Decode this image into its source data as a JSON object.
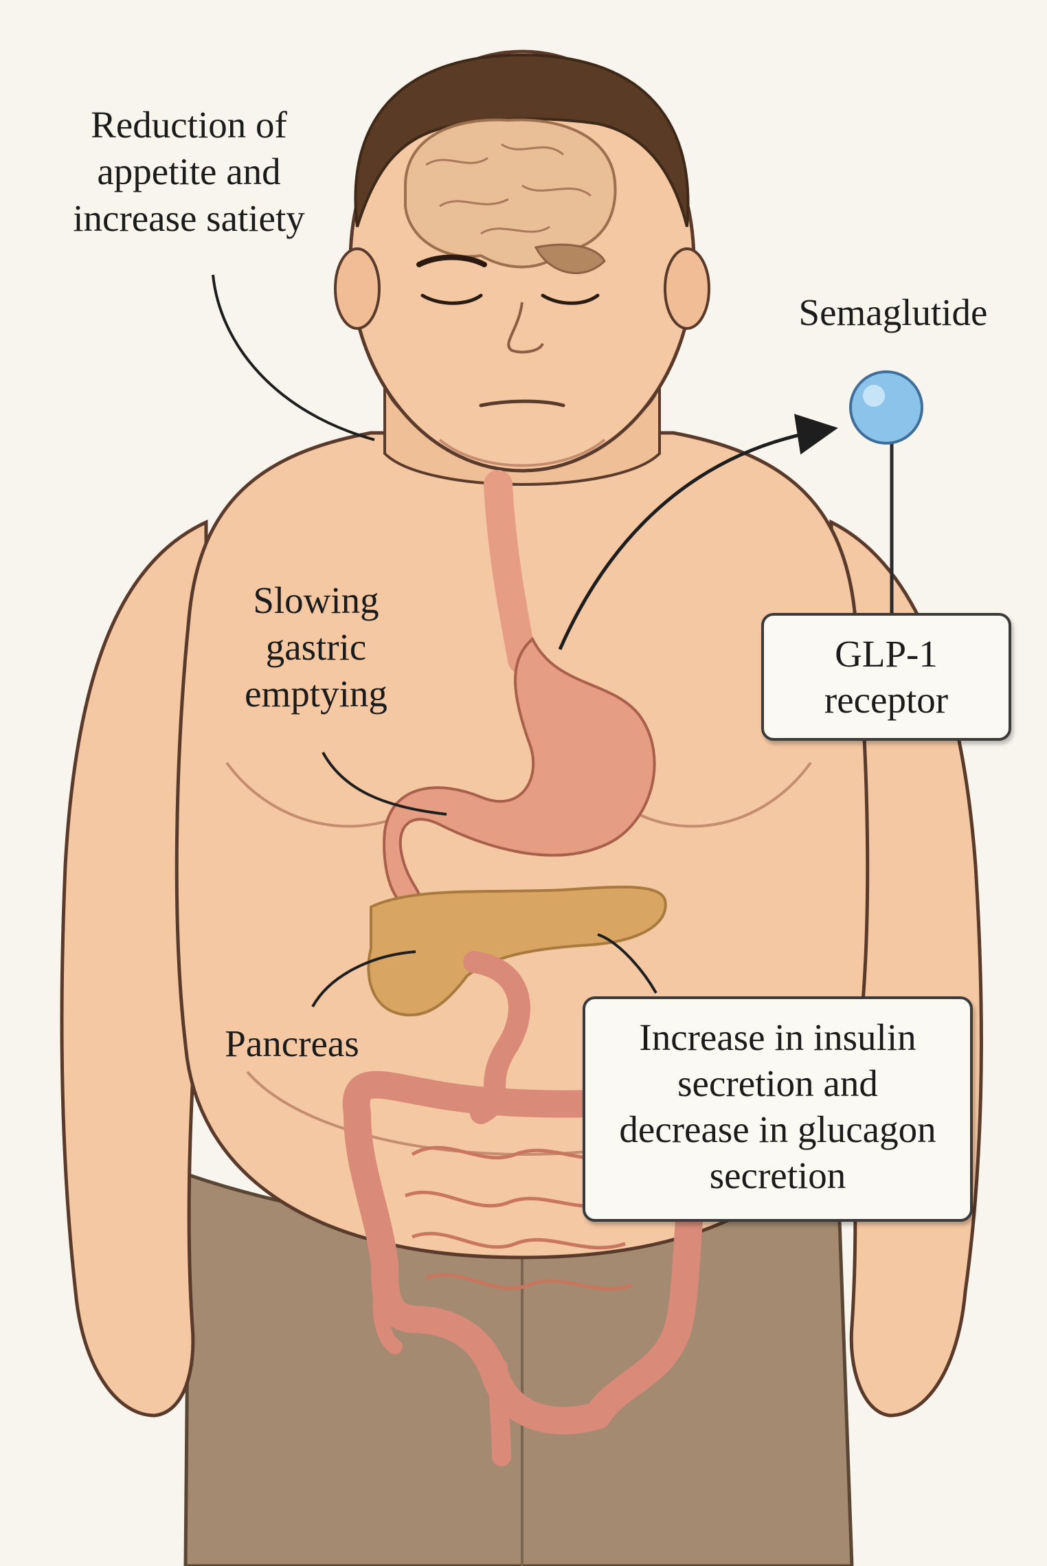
{
  "labels": {
    "appetite": [
      "Reduction of",
      "appetite and",
      "increase satiety"
    ],
    "semaglutide": "Semaglutide",
    "glp1": [
      "GLP-1",
      "receptor"
    ],
    "gastric": [
      "Slowing",
      "gastric",
      "emptying"
    ],
    "pancreas": "Pancreas",
    "insulin": [
      "Increase in insulin",
      "secretion and",
      "decrease in glucagon",
      "secretion"
    ]
  },
  "colors": {
    "background": "#f8f5ee",
    "skin": "#f4c8a3",
    "skin_outline": "#5a3a2a",
    "hair": "#5a3b26",
    "brain": "#e9bf97",
    "stomach": "#e59d84",
    "pancreas": "#d9a563",
    "intestine": "#d98a78",
    "pants": "#a38a71",
    "semaglutide_molecule": "#8cc3ea"
  }
}
